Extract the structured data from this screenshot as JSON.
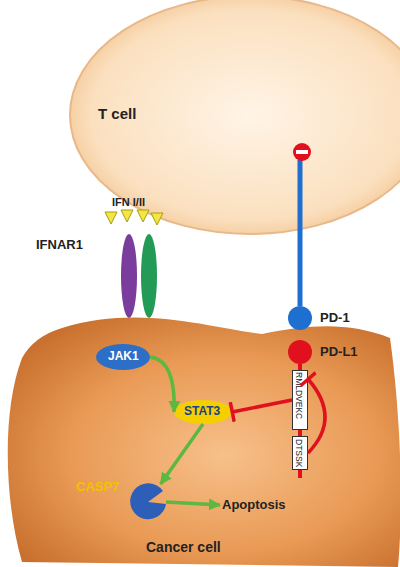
{
  "diagram": {
    "nodes": [
      {
        "text": [
          "T cell"
        ]
      },
      {
        "text": [
          "PD-1"
        ]
      },
      {
        "text": [
          "Cancer cell"
        ]
      },
      {
        "text": [
          "IFNAR1"
        ]
      },
      {
        "text": [
          "PD-L1"
        ]
      },
      {
        "text": [
          "JAK1"
        ],
        "in": 2
      },
      {
        "text": [
          "RMLDVEKC"
        ],
        "in": 2
      },
      {
        "text": [
          "STAT3"
        ],
        "in": 2
      },
      {
        "text": [
          "DTSSK"
        ],
        "in": 2
      },
      {
        "text": [
          "CASP7"
        ],
        "in": 2
      },
      {
        "text": [
          "Apoptosis"
        ],
        "in": 2
      }
    ],
    "edges": [
      {
        "from": 5,
        "to": 7,
        "arrow": "to"
      },
      {
        "from": 7,
        "to": 9,
        "arrow": "to"
      },
      {
        "from": 9,
        "to": 10,
        "arrow": "to"
      },
      {
        "from": 6,
        "to": 7,
        "arrow": "to"
      },
      {
        "from": 8,
        "to": 6,
        "arrow": "to"
      }
    ],
    "labels": [
      "IFN I/II"
    ]
  }
}
